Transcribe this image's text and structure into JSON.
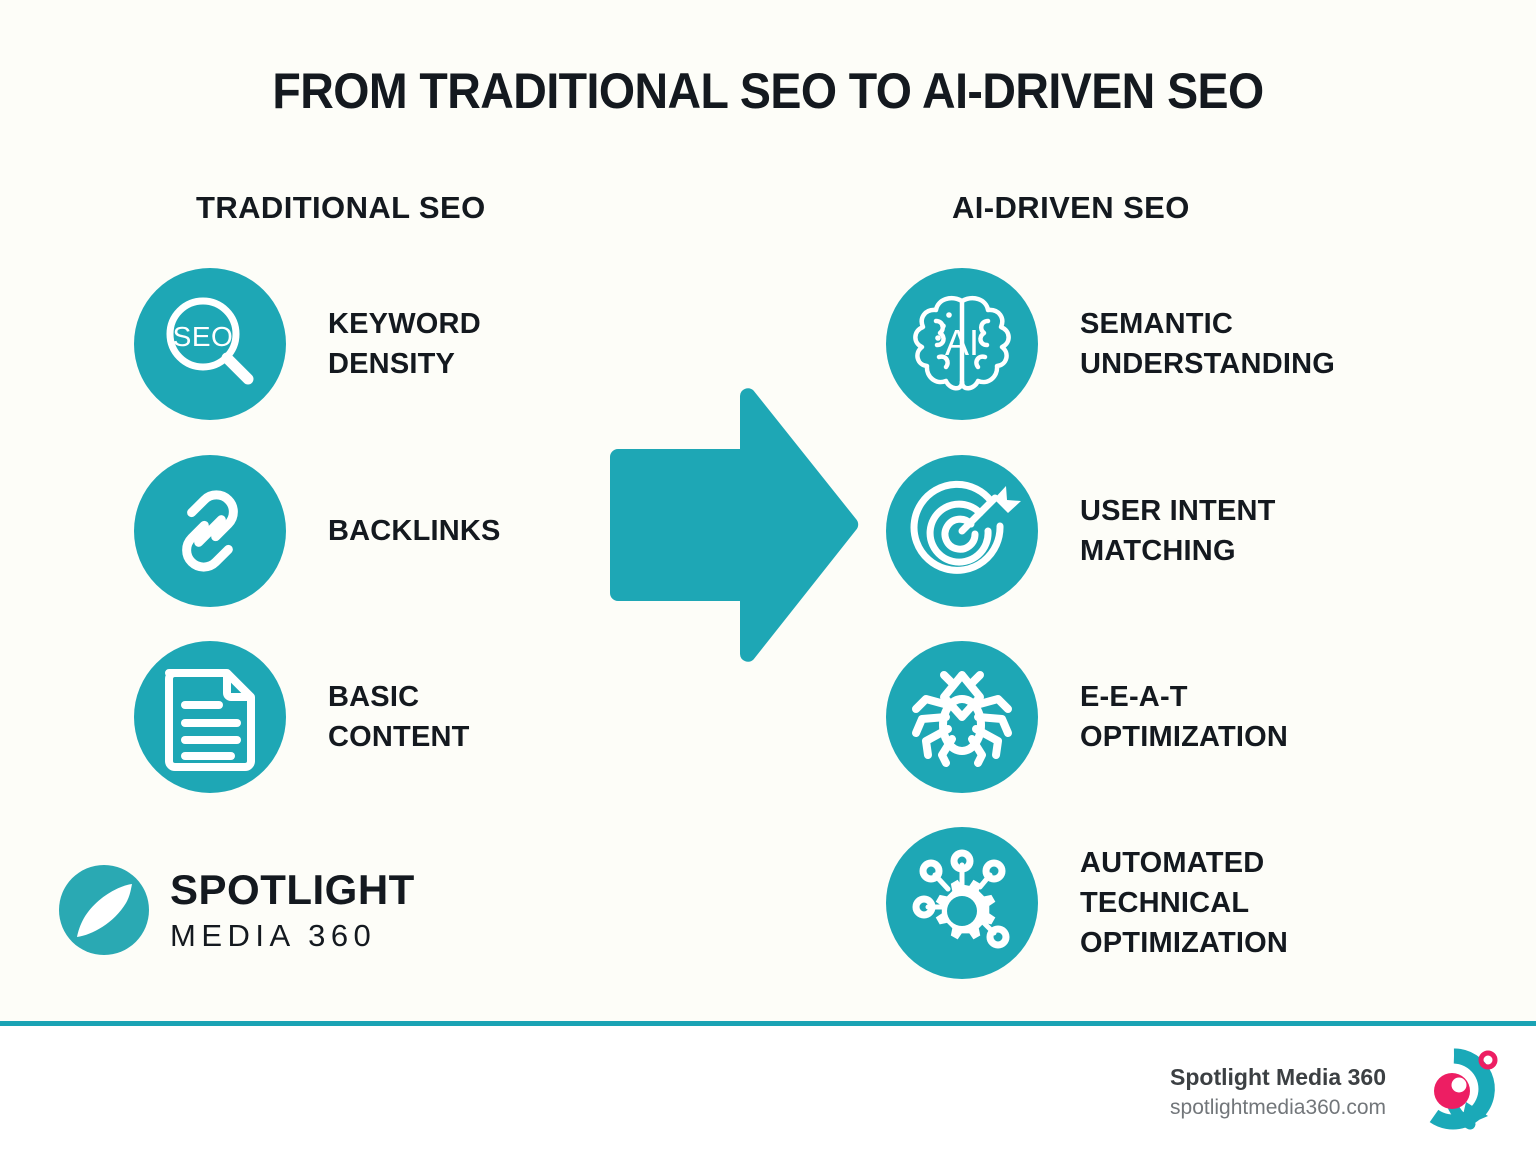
{
  "title": "FROM TRADITIONAL SEO TO AI-DRIVEN SEO",
  "colors": {
    "teal": "#1ea7b5",
    "teal_divider": "#1aa3b4",
    "pink": "#ed1e63",
    "text_dark": "#14191f",
    "background": "#fdfdf8",
    "footer_text": "#3c4043",
    "footer_url": "#72767a"
  },
  "columns": {
    "traditional": {
      "heading": "TRADITIONAL SEO",
      "items": [
        {
          "icon": "seo-magnifier-icon",
          "label": "KEYWORD\nDENSITY"
        },
        {
          "icon": "chain-link-icon",
          "label": "BACKLINKS"
        },
        {
          "icon": "document-icon",
          "label": "BASIC\nCONTENT"
        }
      ]
    },
    "ai_driven": {
      "heading": "AI-DRIVEN SEO",
      "items": [
        {
          "icon": "ai-brain-icon",
          "label": "SEMANTIC\nUNDERSTANDING"
        },
        {
          "icon": "target-arrow-icon",
          "label": "USER INTENT\nMATCHING"
        },
        {
          "icon": "spider-crawler-icon",
          "label": "E-E-A-T\nOPTIMIZATION"
        },
        {
          "icon": "gear-network-icon",
          "label": "AUTOMATED\nTECHNICAL\nOPTIMIZATION"
        }
      ]
    }
  },
  "transition": {
    "icon": "right-arrow-icon"
  },
  "brand_logo": {
    "icon": "spotlight-lens-logo",
    "name": "SPOTLIGHT",
    "tagline": "MEDIA 360"
  },
  "footer": {
    "brand": "Spotlight Media 360",
    "url": "spotlightmedia360.com",
    "icon": "spotlight-media-360-mark"
  }
}
